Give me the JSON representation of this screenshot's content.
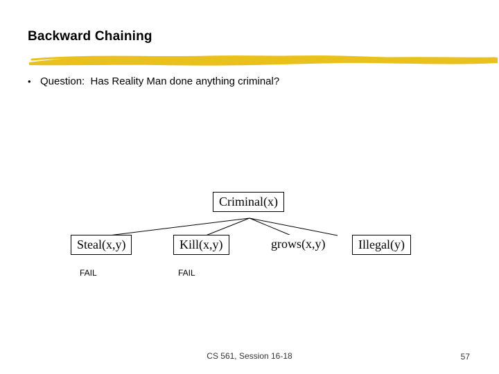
{
  "slide": {
    "title": "Backward Chaining",
    "bullet_marker": "•",
    "bullet_text": "Question:  Has Reality Man done anything criminal?",
    "accent_color": "#E8C11C",
    "text_color": "#000000",
    "background": "#FFFFFF"
  },
  "tree": {
    "root": {
      "label": "Criminal(x)"
    },
    "children": [
      {
        "label": "Steal(x,y)",
        "status": "FAIL"
      },
      {
        "label": "Kill(x,y)",
        "status": "FAIL"
      },
      {
        "label": "grows(x,y)",
        "status": ""
      },
      {
        "label": "Illegal(y)",
        "status": ""
      }
    ]
  },
  "footer": {
    "center": "CS 561, Session 16-18",
    "page": "57"
  }
}
